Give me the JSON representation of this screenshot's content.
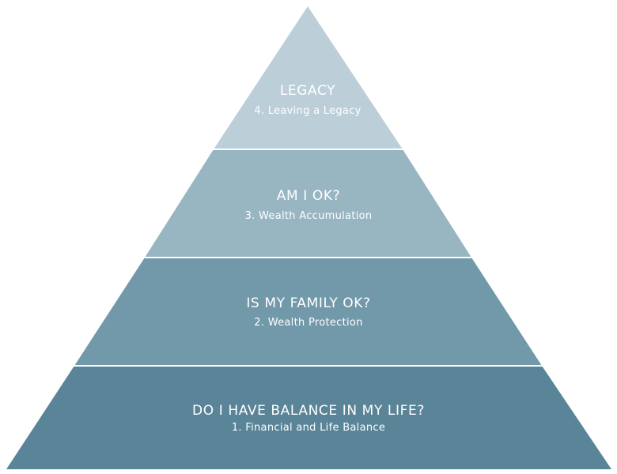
{
  "pyramid": {
    "tiers": [
      {
        "level": 4,
        "title": "LEGACY",
        "subtitle": "4. Leaving a Legacy",
        "color": "#bccfd8"
      },
      {
        "level": 3,
        "title": "AM I OK?",
        "subtitle": "3. Wealth Accumulation",
        "color": "#98b5c2"
      },
      {
        "level": 2,
        "title": "IS MY FAMILY OK?",
        "subtitle": "2. Wealth Protection",
        "color": "#7299aa"
      },
      {
        "level": 1,
        "title": "DO I HAVE BALANCE IN MY LIFE?",
        "subtitle": "1. Financial and Life Balance",
        "color": "#5a8498"
      }
    ]
  }
}
